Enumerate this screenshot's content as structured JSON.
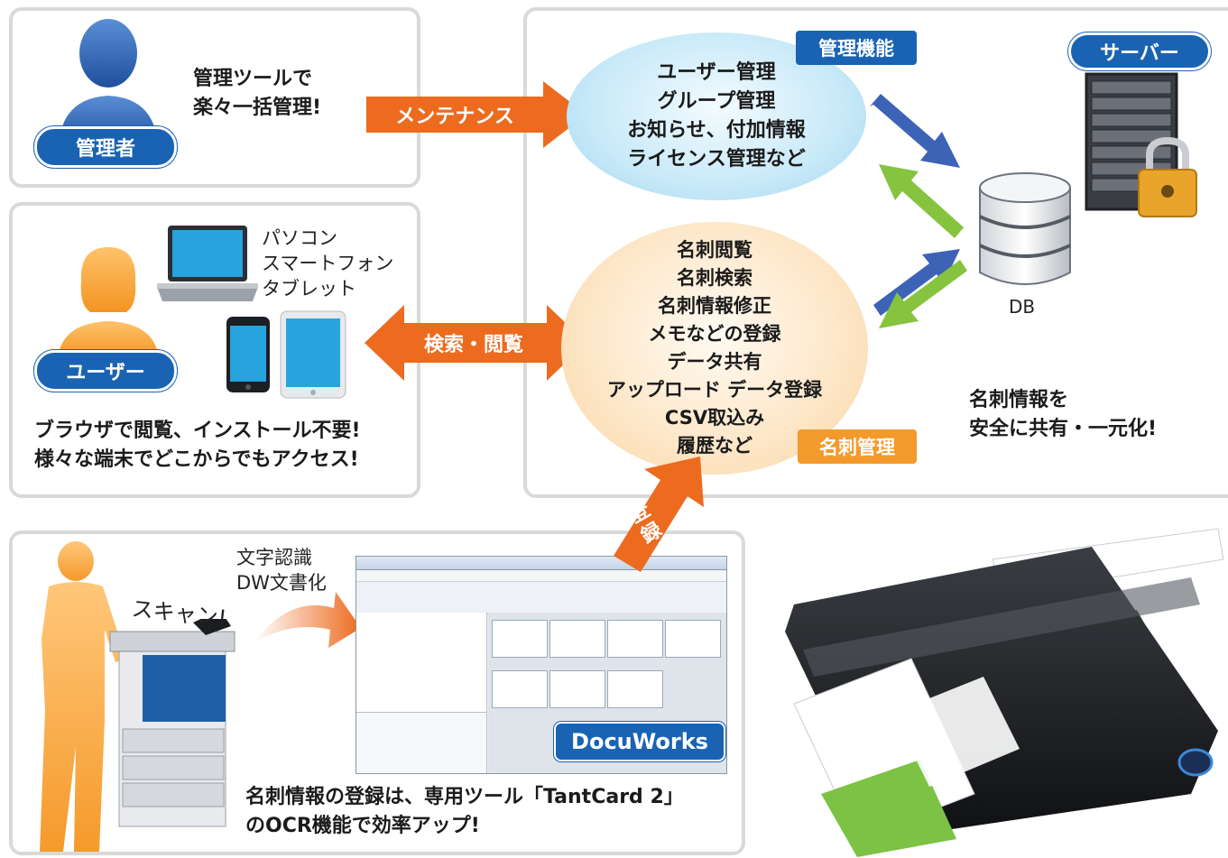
{
  "admin": {
    "role_label": "管理者",
    "caption_line1": "管理ツールで",
    "caption_line2": "楽々一括管理!"
  },
  "user": {
    "role_label": "ユーザー",
    "devices": [
      "パソコン",
      "スマートフォン",
      "タブレット"
    ],
    "caption_line1": "ブラウザで閲覧、インストール不要!",
    "caption_line2": "様々な端末でどこからでもアクセス!"
  },
  "arrows": {
    "maintenance": "メンテナンス",
    "search_view": "検索・閲覧",
    "register": "登録"
  },
  "admin_functions": {
    "tag": "管理機能",
    "items": [
      "ユーザー管理",
      "グループ管理",
      "お知らせ、付加情報",
      "ライセンス管理など"
    ]
  },
  "card_management": {
    "tag": "名刺管理",
    "items": [
      "名刺閲覧",
      "名刺検索",
      "名刺情報修正",
      "メモなどの登録",
      "データ共有",
      "アップロード データ登録",
      "CSV取込み",
      "履歴など"
    ]
  },
  "server": {
    "label": "サーバー",
    "db_label": "DB",
    "caption_line1": "名刺情報を",
    "caption_line2": "安全に共有・一元化!"
  },
  "scan": {
    "scan_label": "スキャン!",
    "ocr_line1": "文字認識",
    "ocr_line2": "DW文書化",
    "software_label": "DocuWorks",
    "caption_line1": "名刺情報の登録は、専用ツール「TantCard 2」",
    "caption_line2": "のOCR機能で効率アップ!"
  },
  "colors": {
    "blue": "#1a63b3",
    "orange": "#ec6b1f",
    "tag_orange": "#f39a2c",
    "arrow_blue": "#3d63b6",
    "arrow_green": "#86c33e"
  }
}
